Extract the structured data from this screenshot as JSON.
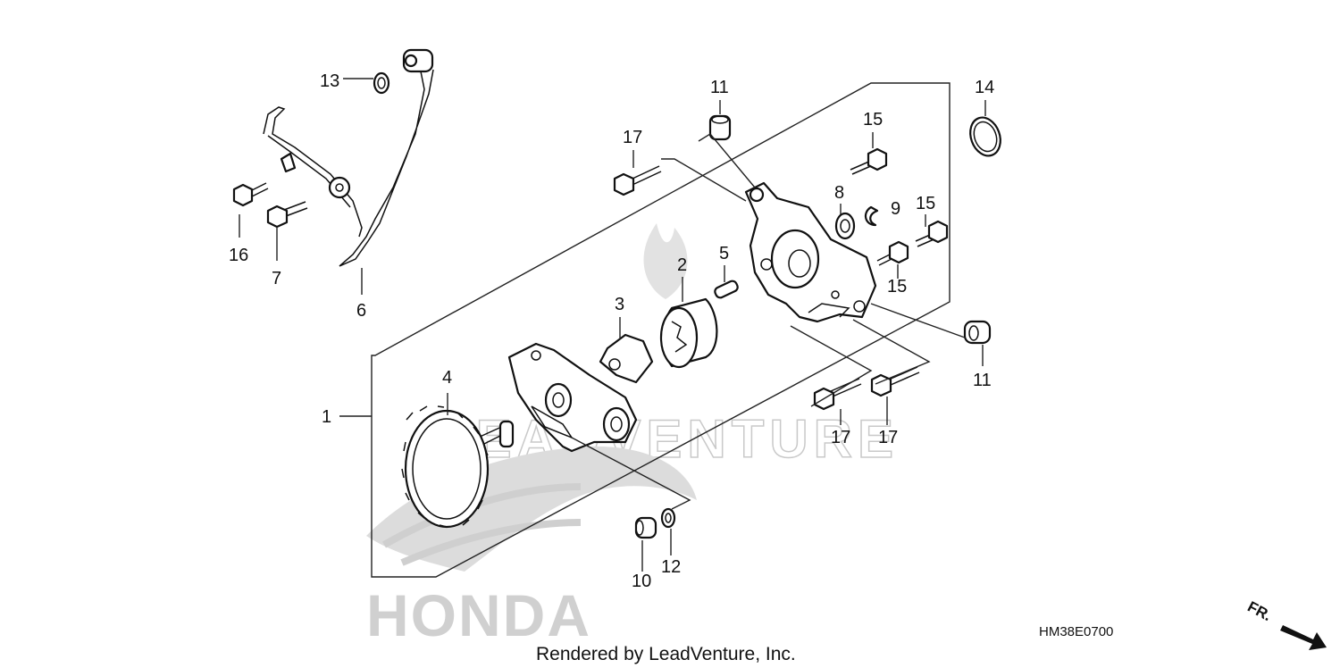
{
  "diagram": {
    "callouts": {
      "c1": "1",
      "c2": "2",
      "c3": "3",
      "c4": "4",
      "c5": "5",
      "c6": "6",
      "c7": "7",
      "c8": "8",
      "c9": "9",
      "c10": "10",
      "c11a": "11",
      "c11b": "11",
      "c12": "12",
      "c13": "13",
      "c14": "14",
      "c15a": "15",
      "c15b": "15",
      "c15c": "15",
      "c16": "16",
      "c17a": "17",
      "c17b": "17",
      "c17c": "17"
    },
    "code": "HM38E0700",
    "credit": "Rendered by LeadVenture, Inc.",
    "direction": "FR.",
    "watermark": "LEADVENTURE",
    "brand": "HONDA"
  }
}
